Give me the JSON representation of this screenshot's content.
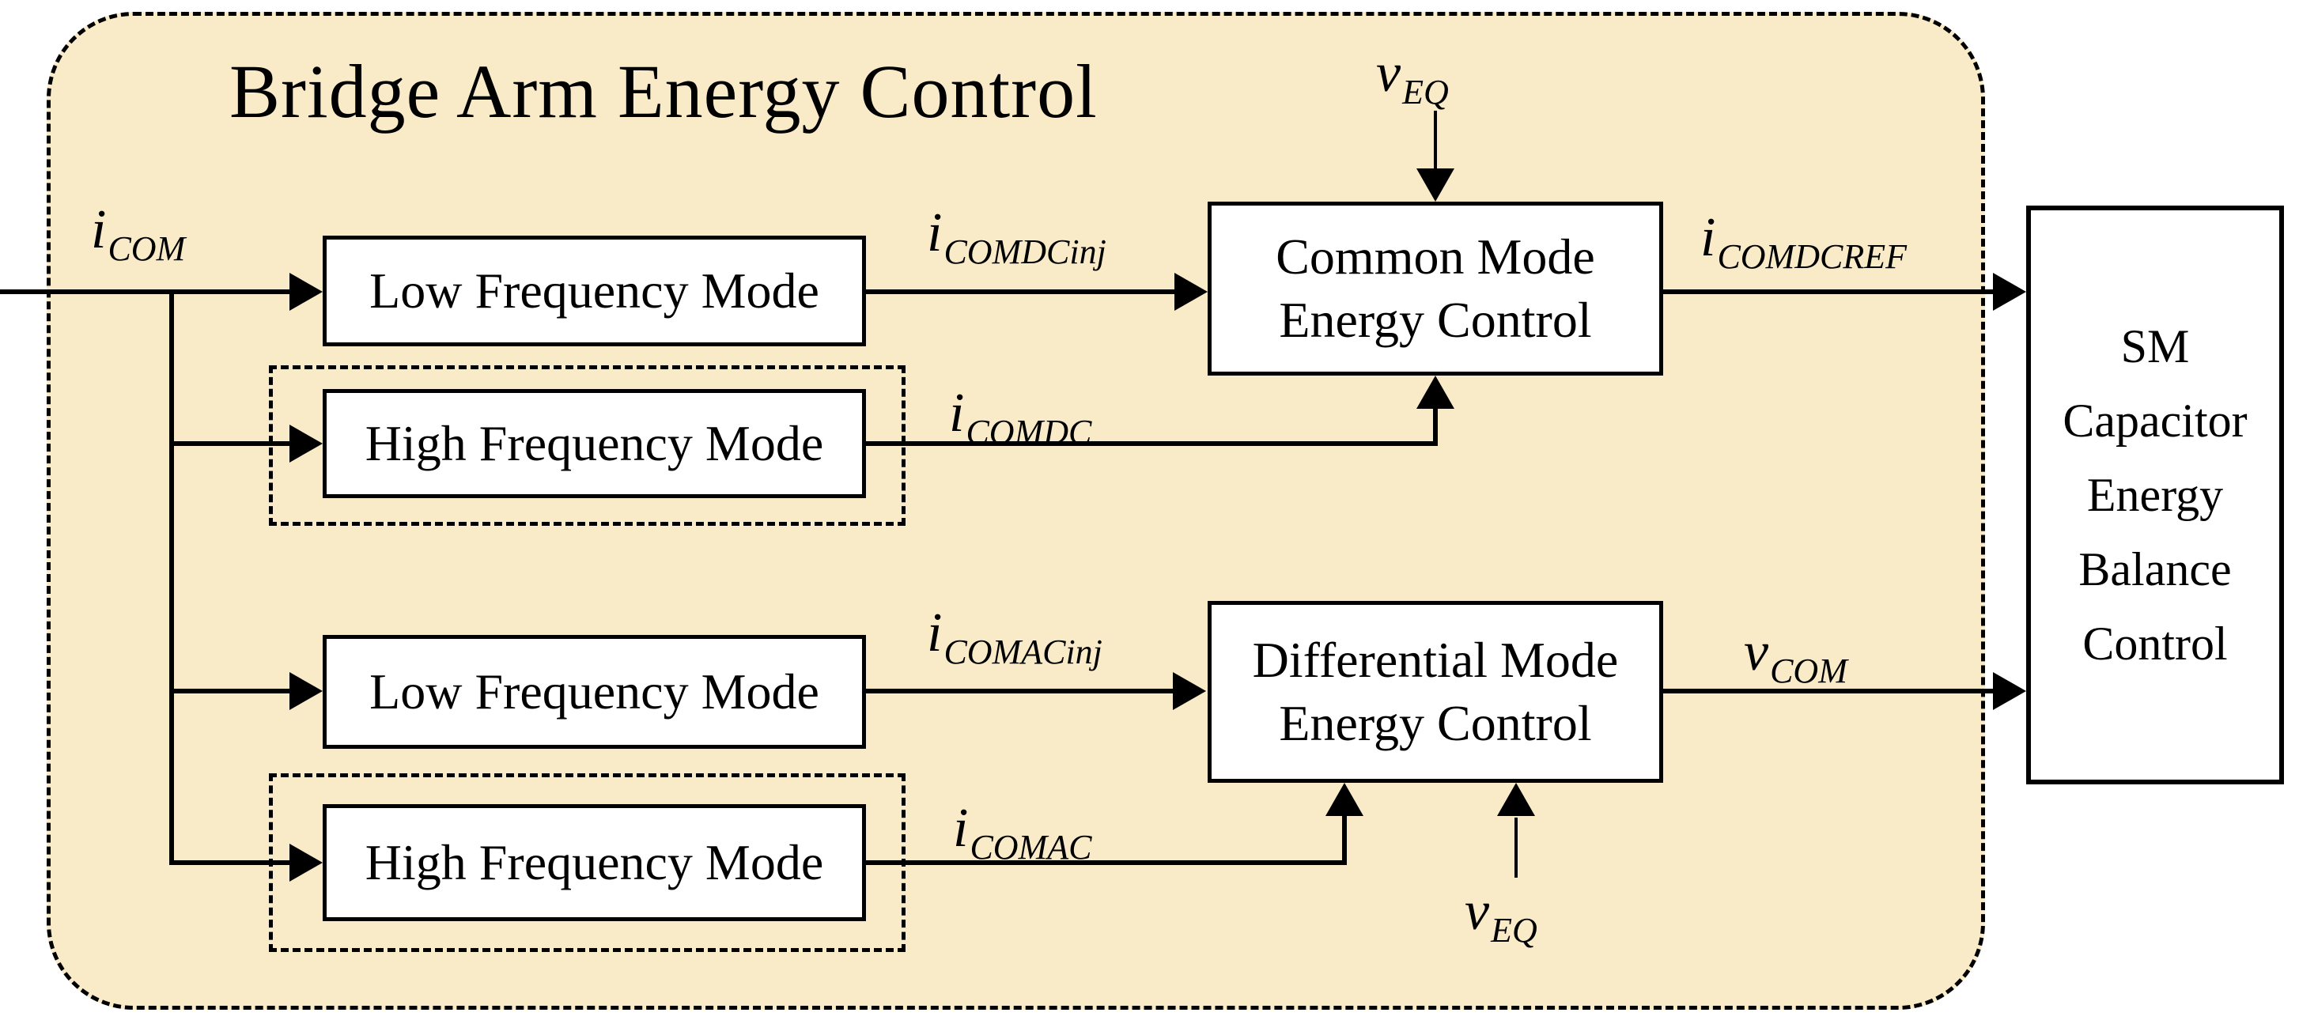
{
  "diagram": {
    "title": "Bridge Arm Energy Control",
    "blocks": {
      "low_freq_dc": "Low Frequency Mode",
      "high_freq_dc": "High Frequency Mode",
      "low_freq_ac": "Low Frequency Mode",
      "high_freq_ac": "High Frequency Mode",
      "common_mode": [
        "Common Mode",
        "Energy Control"
      ],
      "diff_mode": [
        "Differential Mode",
        "Energy Control"
      ],
      "sm_capacitor": [
        "SM",
        "Capacitor",
        "Energy",
        "Balance",
        "Control"
      ]
    },
    "signals": {
      "icom": {
        "base": "i",
        "sub": "COM"
      },
      "icomdcinj": {
        "base": "i",
        "sub": "COMDCinj"
      },
      "icomdc": {
        "base": "i",
        "sub": "COMDC"
      },
      "icomdcref": {
        "base": "i",
        "sub": "COMDCREF"
      },
      "icomacinj": {
        "base": "i",
        "sub": "COMACinj"
      },
      "icomac": {
        "base": "i",
        "sub": "COMAC"
      },
      "vcom": {
        "base": "v",
        "sub": "COM"
      },
      "veq_top": {
        "base": "v",
        "sub": "EQ"
      },
      "veq_bottom": {
        "base": "v",
        "sub": "EQ"
      }
    },
    "colors": {
      "panel_bg": "#FAEBC8",
      "box_bg": "#FFFFFF",
      "line": "#000000",
      "text": "#000000"
    }
  }
}
